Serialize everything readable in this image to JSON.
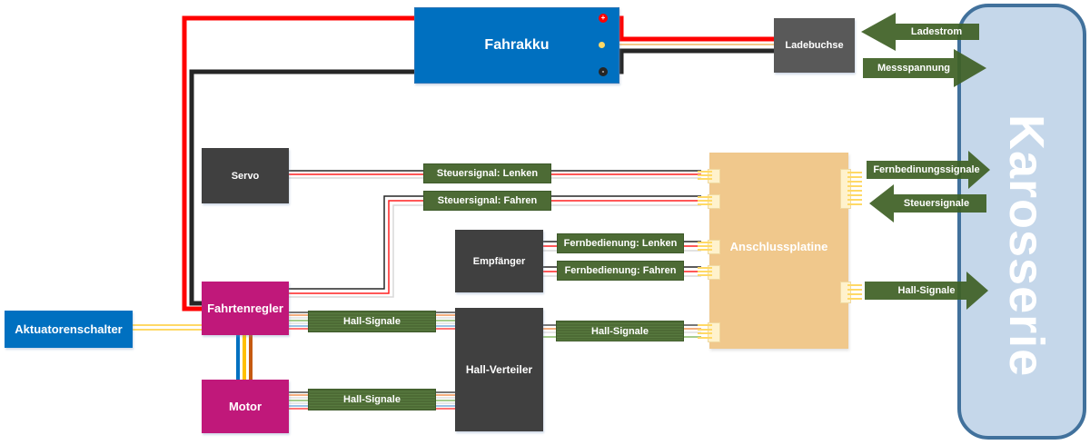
{
  "diagram": {
    "colors": {
      "battery_blue": "#0070c0",
      "dark_box": "#404040",
      "charge_box": "#595959",
      "magenta": "#c0187a",
      "board": "#f0c88c",
      "green_label": "#4d6b35",
      "karosserie_fill": "#c5d7ea",
      "karosserie_border": "#41719c",
      "wire_red": "#ff0000",
      "wire_black": "#262626",
      "wire_tan": "#f4c98a"
    },
    "components": {
      "fahrakku": "Fahrakku",
      "ladebuchse": "Ladebuchse",
      "servo": "Servo",
      "empfaenger": "Empfänger",
      "fahrtenregler": "Fahrtenregler",
      "aktuatorenschalter": "Aktuatorenschalter",
      "motor": "Motor",
      "hall_verteiler": "Hall-Verteiler",
      "anschlussplatine": "Anschlussplatine",
      "karosserie": "Karosserie"
    },
    "battery_terminals": {
      "plus": "+",
      "minus": "-"
    },
    "cable_labels": {
      "steuersignal_lenken": "Steuersignal: Lenken",
      "steuersignal_fahren": "Steuersignal: Fahren",
      "fernbedienung_lenken": "Fernbedienung: Lenken",
      "fernbedienung_fahren": "Fernbedienung: Fahren",
      "hall_signale_regler": "Hall-Signale",
      "hall_signale_motor": "Hall-Signale",
      "hall_signale_platine": "Hall-Signale"
    },
    "arrows": {
      "ladestrom": "Ladestrom",
      "messspannung": "Messspannung",
      "fernbedienungssignale": "Fernbedinungssignale",
      "steuersignale": "Steuersignale",
      "hall_signale": "Hall-Signale"
    }
  }
}
